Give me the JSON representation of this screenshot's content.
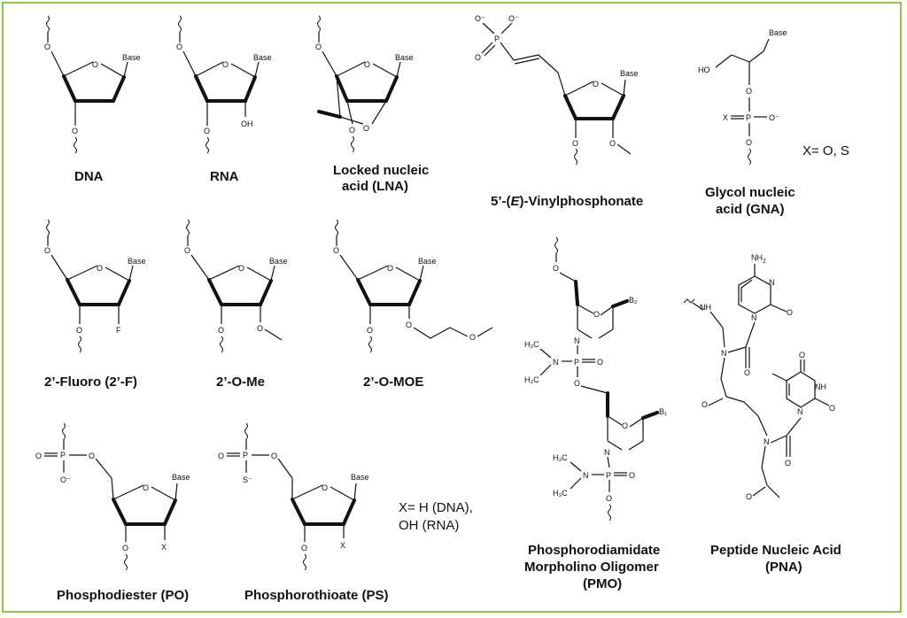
{
  "figure": {
    "border_color": "#8cc63f",
    "labels": {
      "dna": "DNA",
      "rna": "RNA",
      "lna_1": "Locked nucleic",
      "lna_2": "acid (LNA)",
      "vp_prefix": "5’-(",
      "vp_e": "E",
      "vp_suffix": ")-Vinylphosphonate",
      "gna_1": "Glycol nucleic",
      "gna_2": "acid (GNA)",
      "gna_note": "X= O, S",
      "f": "2’-Fluoro (2’-F)",
      "ome": "2’-O-Me",
      "moe": "2’-O-MOE",
      "po": "Phosphodiester (PO)",
      "ps": "Phosphorothioate (PS)",
      "x_note_1": "X= H (DNA),",
      "x_note_2": "OH (RNA)",
      "pmo_1": "Phosphorodiamidate",
      "pmo_2": "Morpholino Oligomer",
      "pmo_3": "(PMO)",
      "pna_1": "Peptide Nucleic Acid",
      "pna_2": "(PNA)"
    },
    "atoms": {
      "base": "Base",
      "o": "O",
      "oh": "OH",
      "ho": "HO",
      "f": "F",
      "x": "X",
      "p": "P",
      "n": "N",
      "nh": "NH",
      "nh2": "NH",
      "sub2": "2",
      "o_minus": "O⁻",
      "s_minus": "S⁻",
      "h3c": "H₃C",
      "b1": "B₁",
      "b2": "B₂"
    }
  }
}
